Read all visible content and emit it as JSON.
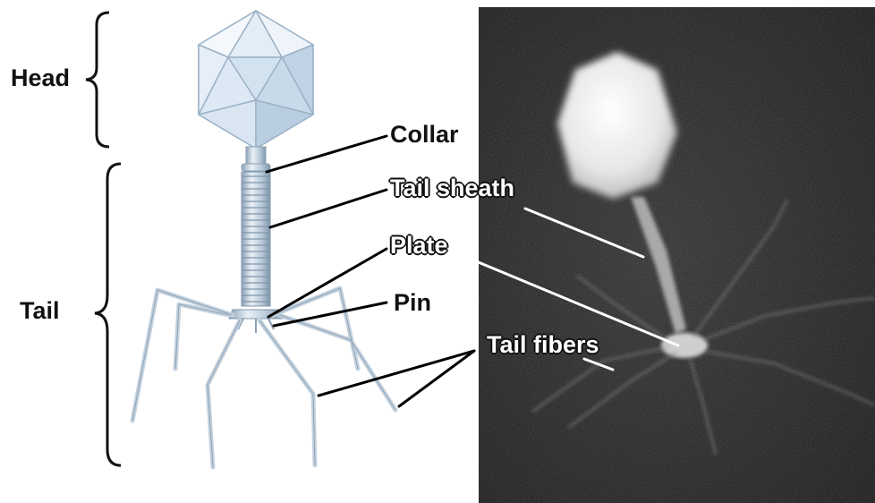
{
  "labels": {
    "head": "Head",
    "tail": "Tail",
    "collar": "Collar",
    "tail_sheath": "Tail sheath",
    "plate": "Plate",
    "pin": "Pin",
    "tail_fibers": "Tail fibers"
  },
  "colors": {
    "text": "#111111",
    "leader_line": "#000000",
    "micrograph_leader": "#ffffff",
    "capsid": "#cfe0ee",
    "micrograph_bg": "#1a1a1a"
  }
}
